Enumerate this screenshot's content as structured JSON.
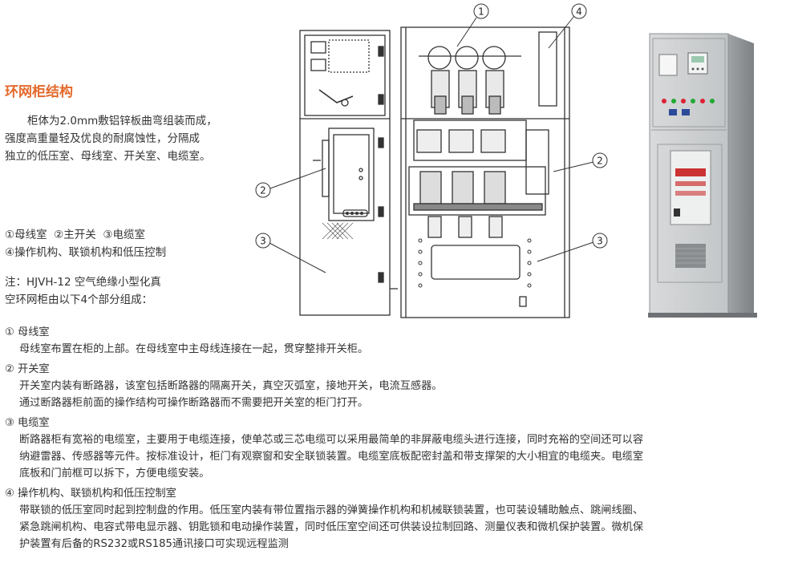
{
  "title": "环网柜结构",
  "intro": {
    "line1": "柜体为2.0mm敷铝锌板曲弯组装而成，",
    "line2": "强度高重量轻及优良的耐腐蚀性，分隔成",
    "line3": "独立的低压室、母线室、开关室、电缆室。"
  },
  "legend": {
    "line1": "①母线室  ②主开关  ③电缆室",
    "line2": "④操作机构、联锁机构和低压控制"
  },
  "note": {
    "line1": "注：HJVH-12 空气绝缘小型化真",
    "line2": "空环网柜由以下4个部分组成："
  },
  "diagram_labels": {
    "c1": "1",
    "c2": "2",
    "c3": "3",
    "c4": "4"
  },
  "sections": [
    {
      "heading": "① 母线室",
      "body": [
        "母线室布置在柜的上部。在母线室中主母线连接在一起，贯穿整排开关柜。"
      ]
    },
    {
      "heading": "② 开关室",
      "body": [
        "开关室内装有断路器，该室包括断路器的隔离开关，真空灭弧室，接地开关，电流互感器。",
        "通过断路器柜前面的操作结构可操作断路器而不需要把开关室的柜门打开。"
      ]
    },
    {
      "heading": "③ 电缆室",
      "body": [
        "断路器柜有宽裕的电缆室，主要用于电缆连接，使单芯或三芯电缆可以采用最简单的非屏蔽电缆头进行连接，同时充裕的空间还可以容",
        "纳避雷器、传感器等元件。按标准设计，柜门有观察窗和安全联锁装置。电缆室底板配密封盖和带支撑架的大小相宜的电缆夹。电缆室",
        "底板和门前框可以拆下，方便电缆安装。"
      ]
    },
    {
      "heading": "④ 操作机构、联锁机构和低压控制室",
      "body": [
        "带联锁的低压室同时起到控制盘的作用。低压室内装有带位置指示器的弹簧操作机构和机械联锁装置，也可装设辅助触点、跳闸线圈、",
        "紧急跳闸机构、电容式带电显示器、钥匙锁和电动操作装置，同时低压室空间还可供装设拉制回路、测量仪表和微机保护装置。微机保",
        "护装置有后备的RS232或RS185通讯接口可实现远程监测"
      ]
    }
  ],
  "colors": {
    "title": "#e36a2c",
    "text": "#333333",
    "cabinet_gray": "#c9ccce"
  }
}
